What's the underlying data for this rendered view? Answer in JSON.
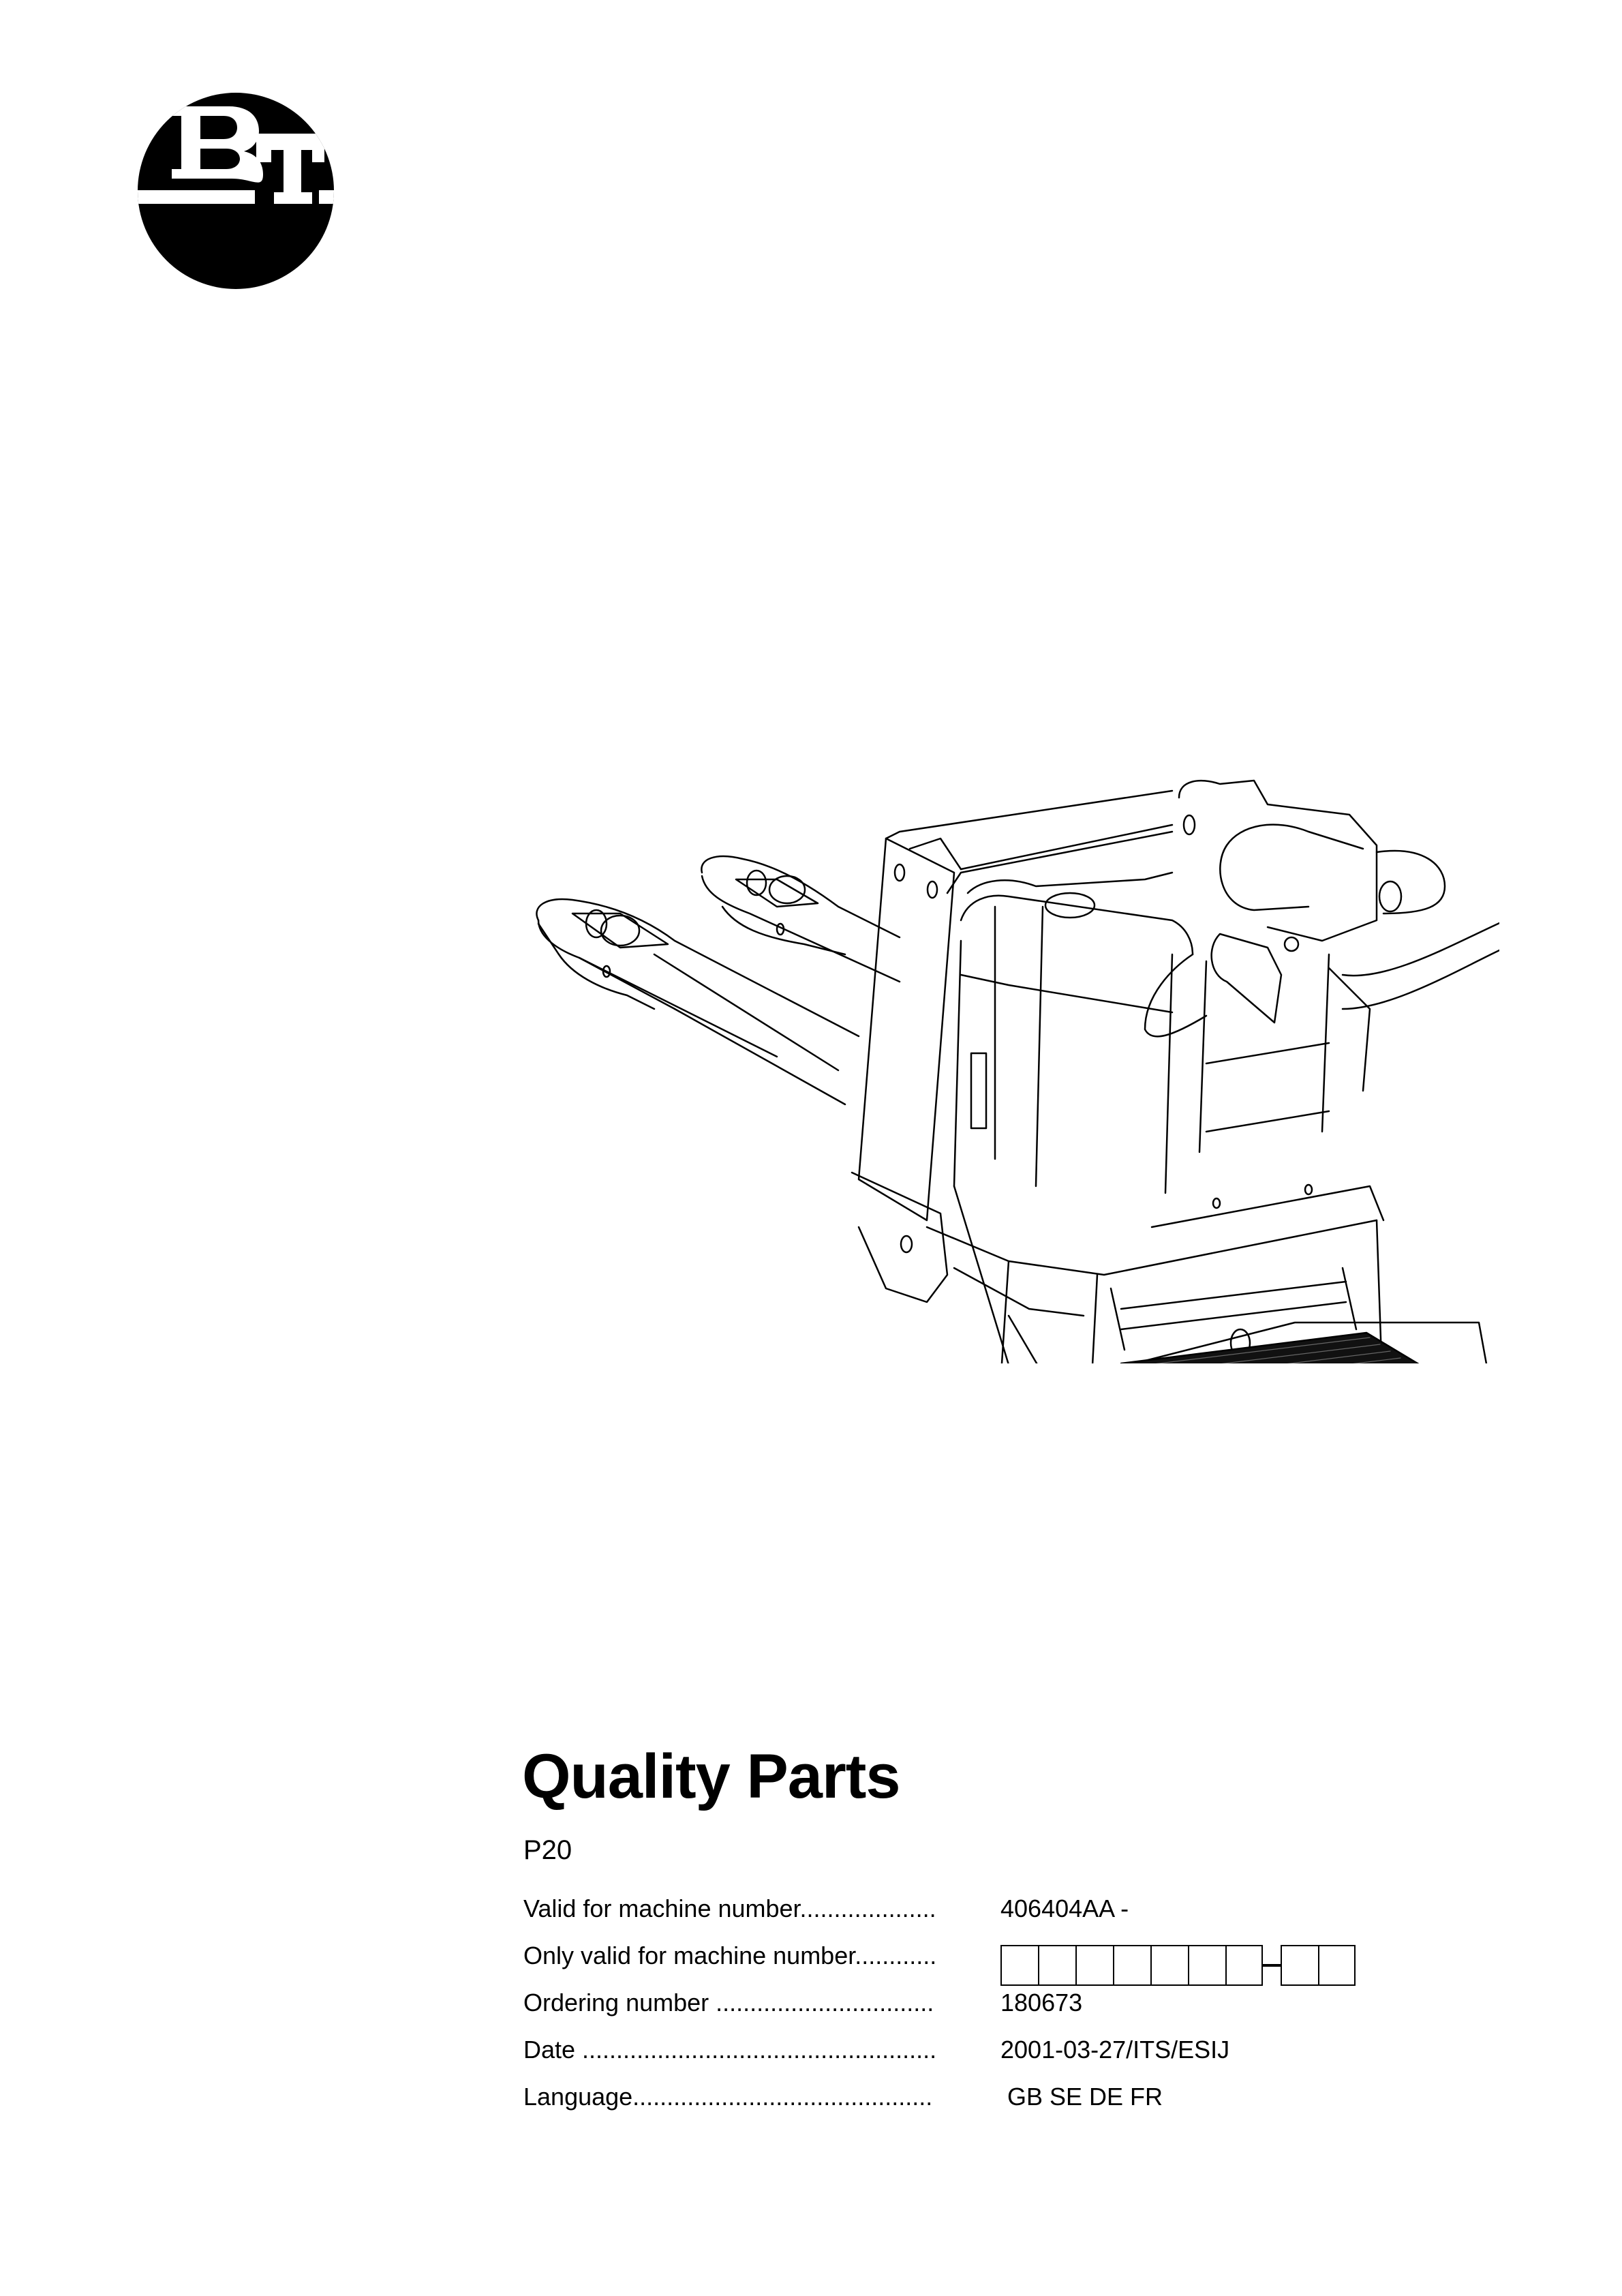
{
  "logo": {
    "text": "BT",
    "icon": "bt-company-logo",
    "colors": {
      "circle": "#000000",
      "letters": "#ffffff"
    }
  },
  "illustration": {
    "subject": "P20 electric pallet truck with folding platform"
  },
  "document": {
    "title": "Quality Parts",
    "model": "P20"
  },
  "info": {
    "rows": [
      {
        "label": "Valid for machine number",
        "dots": "....................",
        "value": "406404AA -"
      },
      {
        "label": "Only valid for machine number",
        "dots": "............",
        "value": ""
      },
      {
        "label": "Ordering number ",
        "dots": "................................",
        "value": "180673"
      },
      {
        "label": "Date ",
        "dots": "....................................................",
        "value": "2001-03-27/ITS/ESIJ"
      },
      {
        "label": "Language",
        "dots": "............................................",
        "value": "GB SE DE FR"
      }
    ],
    "machine_number_boxes": {
      "first_group": 7,
      "second_group": 2
    }
  }
}
